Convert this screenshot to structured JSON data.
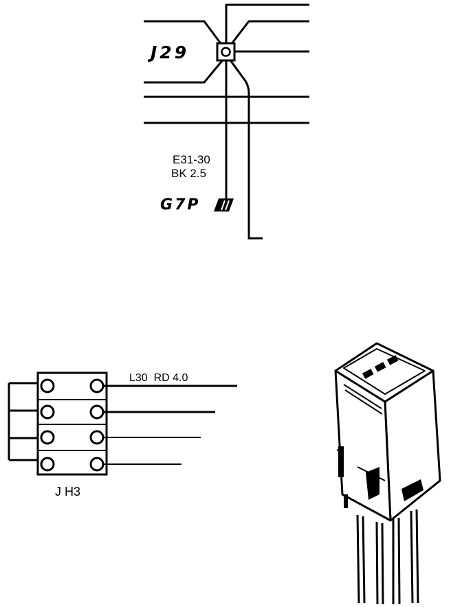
{
  "splice": {
    "label": "J29",
    "wire_code": "E31-30",
    "wire_spec": "BK 2.5",
    "ground_label": "G7P"
  },
  "connector": {
    "label": "J H3",
    "wire_label": "L30  RD 4.0"
  },
  "colors": {
    "ink": "#000000",
    "paper": "#ffffff"
  }
}
